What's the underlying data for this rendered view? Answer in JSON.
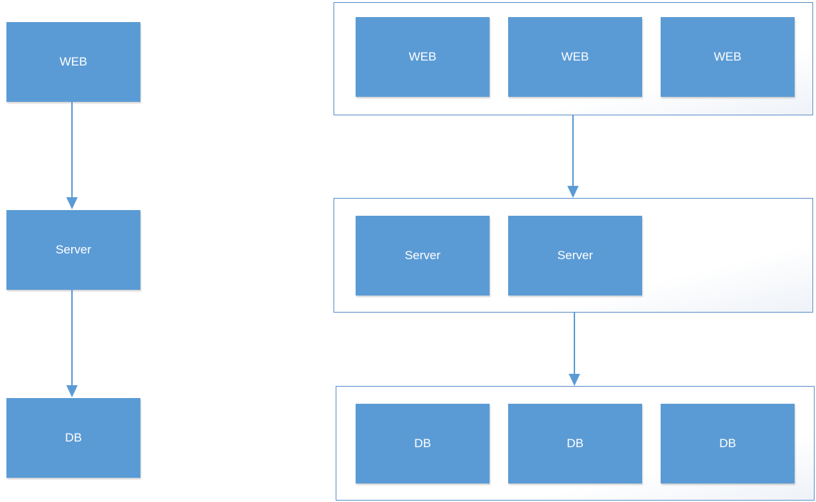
{
  "colors": {
    "node_fill": "#5b9bd5",
    "node_text": "#ffffff",
    "connector": "#5b9bd5",
    "group_border": "#5b8fc9"
  },
  "single_stack": {
    "web_label": "WEB",
    "server_label": "Server",
    "db_label": "DB"
  },
  "cluster": {
    "web_tier": {
      "nodes": [
        "WEB",
        "WEB",
        "WEB"
      ]
    },
    "server_tier": {
      "nodes": [
        "Server",
        "Server"
      ]
    },
    "db_tier": {
      "nodes": [
        "DB",
        "DB",
        "DB"
      ]
    }
  }
}
